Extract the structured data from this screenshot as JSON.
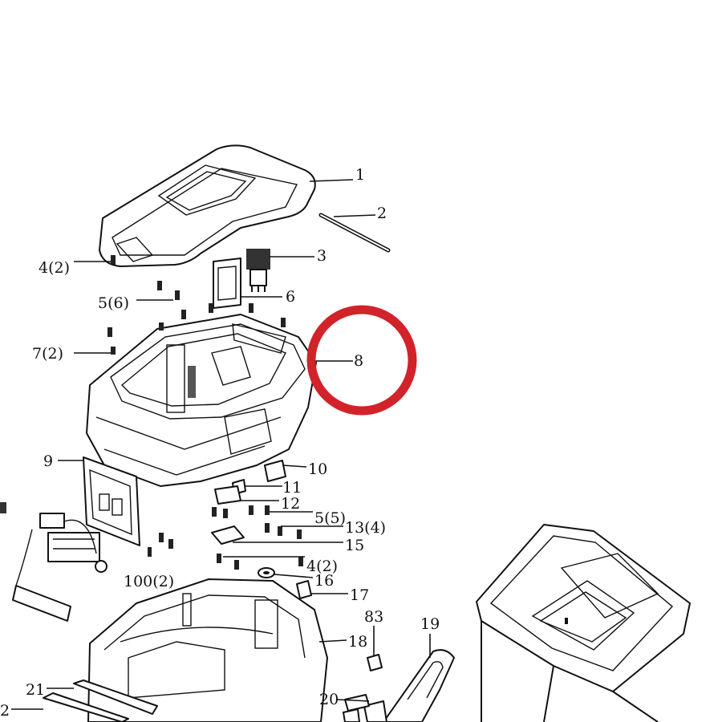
{
  "diagram": {
    "labels": [
      "1",
      "2",
      "3",
      "4(2)",
      "5(6)",
      "6",
      "7(2)",
      "8",
      "9",
      "10",
      "11",
      "12",
      "5(5)",
      "13(4)",
      "15",
      "4(2)",
      "100(2)",
      "16",
      "17",
      "83",
      "19",
      "18",
      "21",
      "20",
      "2"
    ],
    "highlight_color": "#d2232a",
    "highlight_target": "8"
  }
}
